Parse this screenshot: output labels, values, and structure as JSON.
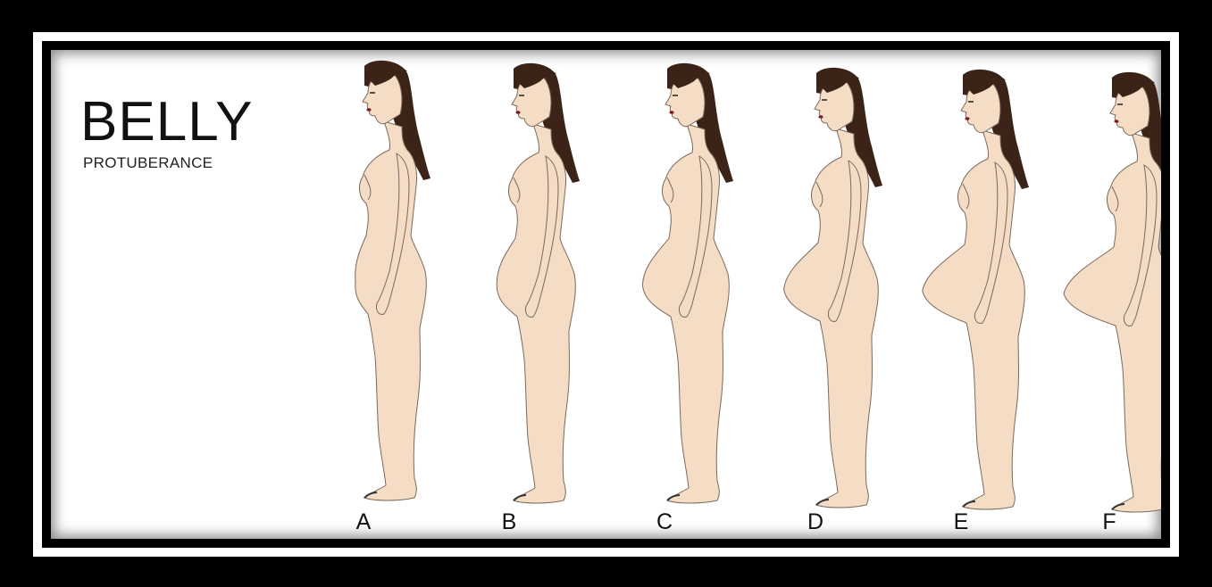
{
  "heading": {
    "title": "BELLY",
    "subtitle": "PROTUBERANCE"
  },
  "figures": [
    {
      "label": "A",
      "belly_level": 0.0
    },
    {
      "label": "B",
      "belly_level": 0.2
    },
    {
      "label": "C",
      "belly_level": 0.4
    },
    {
      "label": "D",
      "belly_level": 0.6
    },
    {
      "label": "E",
      "belly_level": 0.8
    },
    {
      "label": "F",
      "belly_level": 1.0
    }
  ],
  "colors": {
    "skin": "#f5dcc4",
    "outline": "#7a6a5e",
    "hair": "#3b2417",
    "lips": "#7a1e2a",
    "text": "#111111"
  }
}
